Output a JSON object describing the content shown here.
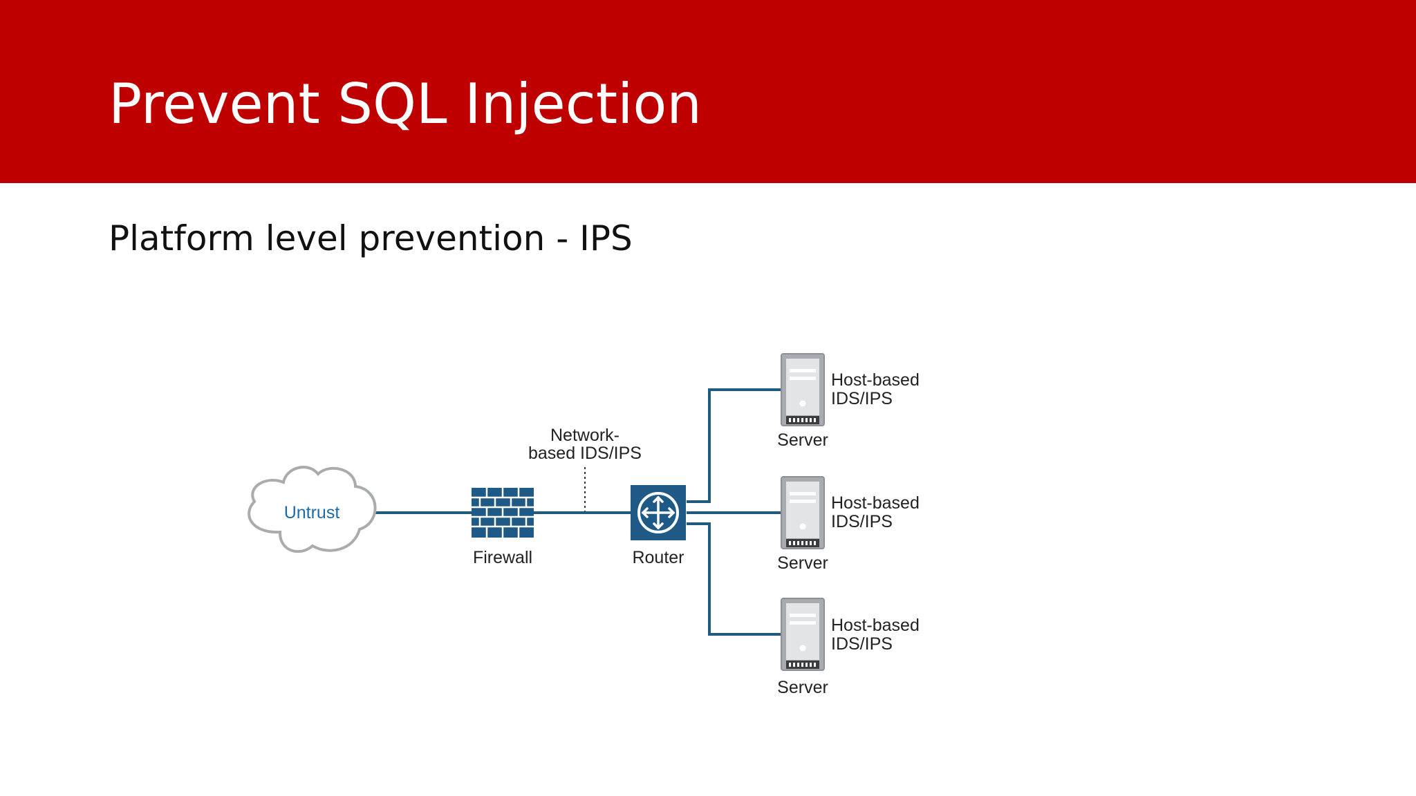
{
  "slide": {
    "title": "Prevent SQL Injection",
    "subtitle": "Platform level prevention - IPS"
  },
  "diagram": {
    "cloud_label": "Untrust",
    "firewall_label": "Firewall",
    "router_label": "Router",
    "network_ids_line1": "Network-",
    "network_ids_line2": "based IDS/IPS",
    "servers": [
      {
        "label": "Server",
        "host_line1": "Host-based",
        "host_line2": "IDS/IPS"
      },
      {
        "label": "Server",
        "host_line1": "Host-based",
        "host_line2": "IDS/IPS"
      },
      {
        "label": "Server",
        "host_line1": "Host-based",
        "host_line2": "IDS/IPS"
      }
    ]
  },
  "colors": {
    "header_red": "#bf0000",
    "link_blue": "#1f5a7f",
    "device_blue": "#1f5a87",
    "server_gray": "#a8abaf"
  },
  "icons": {
    "cloud": "cloud-icon",
    "firewall": "firewall-brick-icon",
    "router": "router-arrows-icon",
    "server": "server-tower-icon"
  }
}
